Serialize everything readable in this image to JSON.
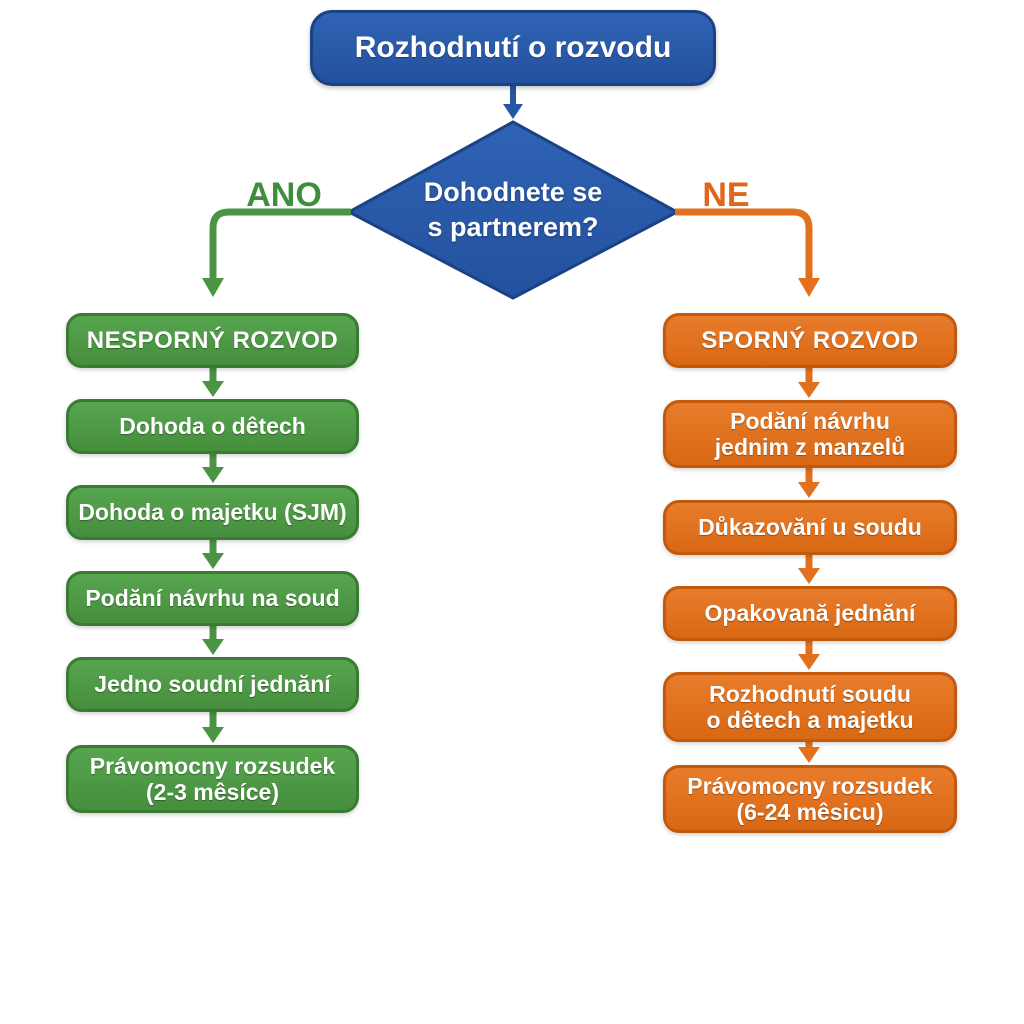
{
  "diagram_type": "flowchart",
  "title_box": {
    "label": "Rozhodnutí o rozvodu"
  },
  "decision": {
    "question_line1": "Dohodnete se",
    "question_line2": "s partnerem?"
  },
  "branches": {
    "yes_label": "ANO",
    "no_label": "NE"
  },
  "green_column": {
    "header": "NESPORNÝ ROZVOD",
    "steps": [
      {
        "line1": "Dohoda o dêtech",
        "line2": ""
      },
      {
        "line1": "Dohoda o majetku (SJM)",
        "line2": ""
      },
      {
        "line1": "Podăní návrhu na soud",
        "line2": ""
      },
      {
        "line1": "Jedno soudní jednăní",
        "line2": ""
      },
      {
        "line1": "Právomocny rozsudek",
        "line2": "(2-3 mêsíce)"
      }
    ]
  },
  "orange_column": {
    "header": "SPORNÝ ROZVOD",
    "steps": [
      {
        "line1": "Podăní návrhu",
        "line2": "jednim z manzelů"
      },
      {
        "line1": "Důkazovăní u soudu",
        "line2": ""
      },
      {
        "line1": "Opakovană jednăní",
        "line2": ""
      },
      {
        "line1": "Rozhodnutí soudu",
        "line2": "o dêtech a majetku"
      },
      {
        "line1": "Právomocny rozsudek",
        "line2": "(6-24 mêsicu)"
      }
    ]
  },
  "colors": {
    "blue": "#2a58a6",
    "green": "#4f9b47",
    "orange": "#e2711e",
    "yes_label_green": "#3e8e3c",
    "no_label_orange": "#e2661a",
    "node_text": "#ffffff",
    "background": "#ffffff"
  }
}
